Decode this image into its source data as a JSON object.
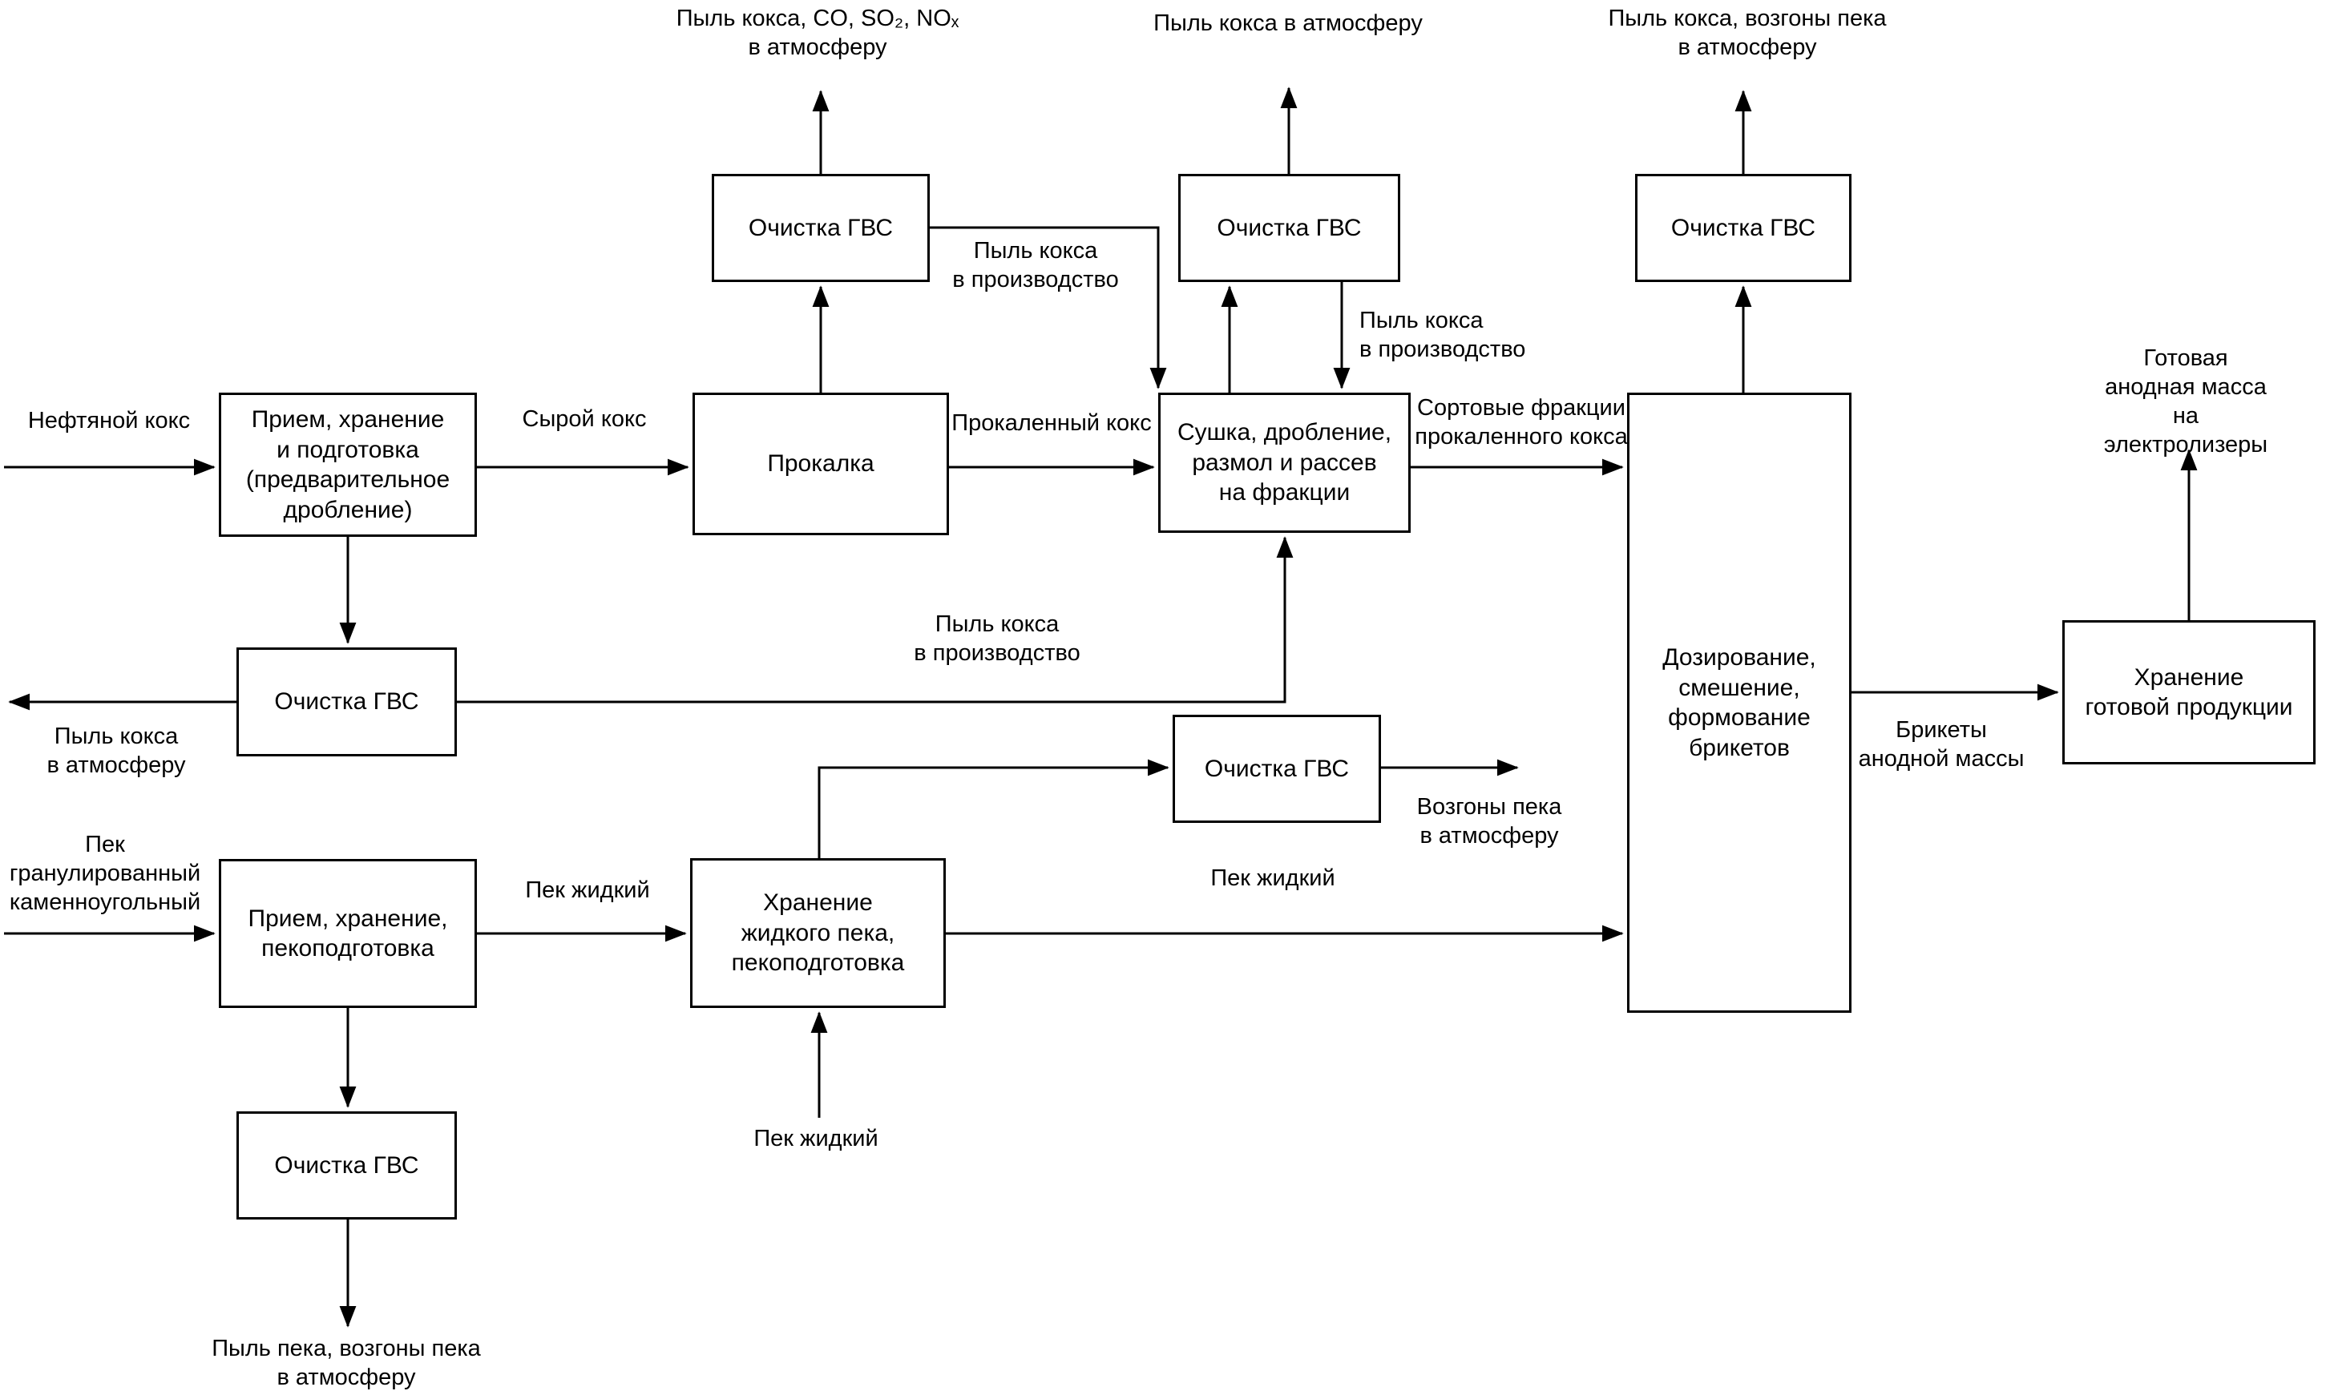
{
  "diagram": {
    "boxes": {
      "b1": {
        "label": "Прием, хранение\nи подготовка\n(предварительное\nдробление)"
      },
      "b2": {
        "label": "Прокалка"
      },
      "b3": {
        "label": "Сушка, дробление,\nразмол и рассев\nна фракции"
      },
      "b4": {
        "label": "Дозирование,\nсмешение,\nформование\nбрикетов"
      },
      "b5": {
        "label": "Хранение\nготовой продукции"
      },
      "b6": {
        "label": "Прием, хранение,\nпекоподготовка"
      },
      "b7": {
        "label": "Хранение\nжидкого пека,\nпекоподготовка"
      },
      "gvs": {
        "label": "Очистка ГВС"
      }
    },
    "labels": {
      "in_coke": "Нефтяной кокс",
      "raw_coke": "Сырой кокс",
      "calcined_coke": "Прокаленный кокс",
      "sorted_fractions": "Сортовые фракции\nпрокаленного кокса",
      "atm_coke_co": "Пыль кокса, CO, SO₂, NOₓ\nв атмосферу",
      "atm_coke": "Пыль кокса в атмосферу",
      "atm_coke_pitch": "Пыль кокса, возгоны пека\nв атмосферу",
      "dust_to_prod_top": "Пыль кокса\nв производство",
      "dust_to_prod_right": "Пыль кокса\nв производство",
      "dust_to_prod_mid": "Пыль кокса\nв производство",
      "dust_atm_left": "Пыль кокса\nв атмосферу",
      "pitch_in": "Пек\nгранулированный\nкаменноугольный",
      "pitch_liquid_1": "Пек жидкий",
      "pitch_liquid_2": "Пек жидкий",
      "pitch_liquid_3": "Пек жидкий",
      "pitch_fumes": "Возгоны пека\nв атмосферу",
      "pitch_dust_atm": "Пыль пека, возгоны пека\nв атмосферу",
      "briquettes": "Брикеты\nанодной массы",
      "ready_mass": "Готовая анодная масса\nна электролизеры"
    },
    "colors": {
      "line": "#000000",
      "box_bg": "#ffffff",
      "page_bg": "#ffffff"
    }
  }
}
